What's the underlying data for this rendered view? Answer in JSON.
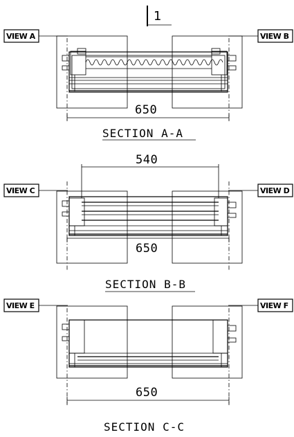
{
  "marker": {
    "label": "1"
  },
  "sections": [
    {
      "id": "a",
      "view_left": "VIEW A",
      "view_right": "VIEW B",
      "dimension_bottom": "650",
      "dimension_top": "",
      "title": "SECTION A-A"
    },
    {
      "id": "b",
      "view_left": "VIEW C",
      "view_right": "VIEW D",
      "dimension_bottom": "650",
      "dimension_top": "540",
      "title": "SECTION B-B"
    },
    {
      "id": "c",
      "view_left": "VIEW E",
      "view_right": "VIEW F",
      "dimension_bottom": "650",
      "dimension_top": "",
      "title": "SECTION C-C"
    }
  ]
}
